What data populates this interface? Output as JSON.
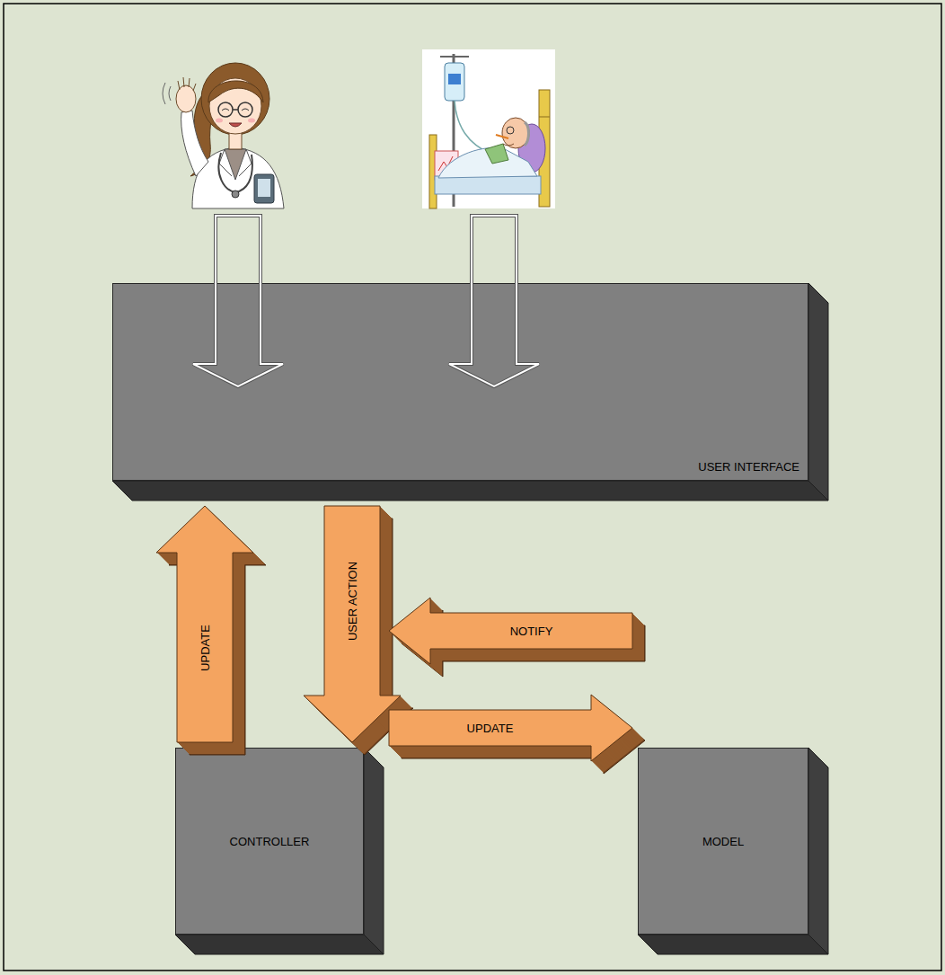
{
  "diagram": {
    "nodes": [
      {
        "text": [
          "USER INTERFACE"
        ]
      },
      {
        "text": [
          "CONTROLLER"
        ]
      },
      {
        "text": [
          "MODEL"
        ]
      }
    ],
    "edges": [
      {
        "from": 1,
        "to": 0,
        "arrow": "to",
        "label": "UPDATE"
      },
      {
        "from": 0,
        "to": 1,
        "arrow": "to",
        "label": "USER ACTION"
      },
      {
        "from": 2,
        "to": 1,
        "arrow": "to",
        "label": "NOTIFY"
      },
      {
        "from": 1,
        "to": 2,
        "arrow": "to",
        "label": "UPDATE"
      }
    ]
  }
}
